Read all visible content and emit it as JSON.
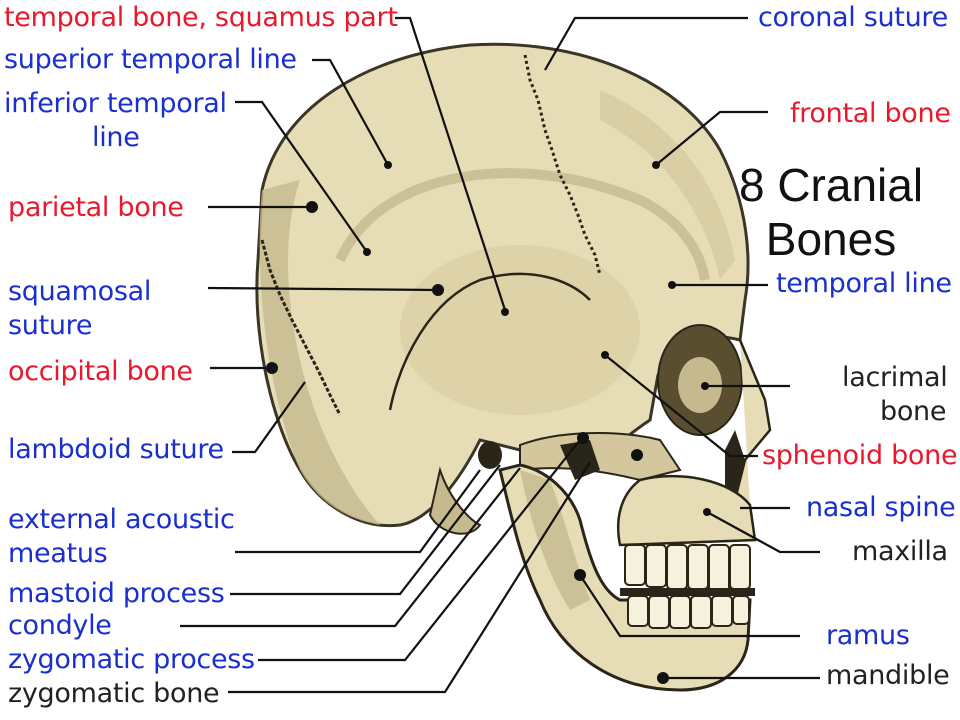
{
  "title": "8 Cranial Bones",
  "colors": {
    "red": "#e8192c",
    "blue": "#1a2fd0",
    "black": "#222222",
    "bone": "#e6dcb6",
    "bone_shadow": "#c6b98e"
  },
  "labels_left": {
    "temporal_squamus": "temporal bone, squamus part",
    "superior_temporal_line": "superior temporal line",
    "inferior_temporal_line_1": "inferior temporal",
    "inferior_temporal_line_2": "line",
    "parietal_bone": "parietal bone",
    "squamosal_suture_1": "squamosal",
    "squamosal_suture_2": "suture",
    "occipital_bone": "occipital bone",
    "lambdoid_suture": "lambdoid suture",
    "external_acoustic_1": "external acoustic",
    "external_acoustic_2": "meatus",
    "mastoid_process": "mastoid process",
    "condyle": "condyle",
    "zygomatic_process": "zygomatic process",
    "zygomatic_bone": "zygomatic bone"
  },
  "labels_right": {
    "coronal_suture": "coronal suture",
    "frontal_bone": "frontal bone",
    "temporal_line": "temporal line",
    "lacrimal_bone_1": "lacrimal",
    "lacrimal_bone_2": "bone",
    "sphenoid_bone": "sphenoid bone",
    "nasal_spine": "nasal spine",
    "maxilla": "maxilla",
    "ramus": "ramus",
    "mandible": "mandible"
  }
}
